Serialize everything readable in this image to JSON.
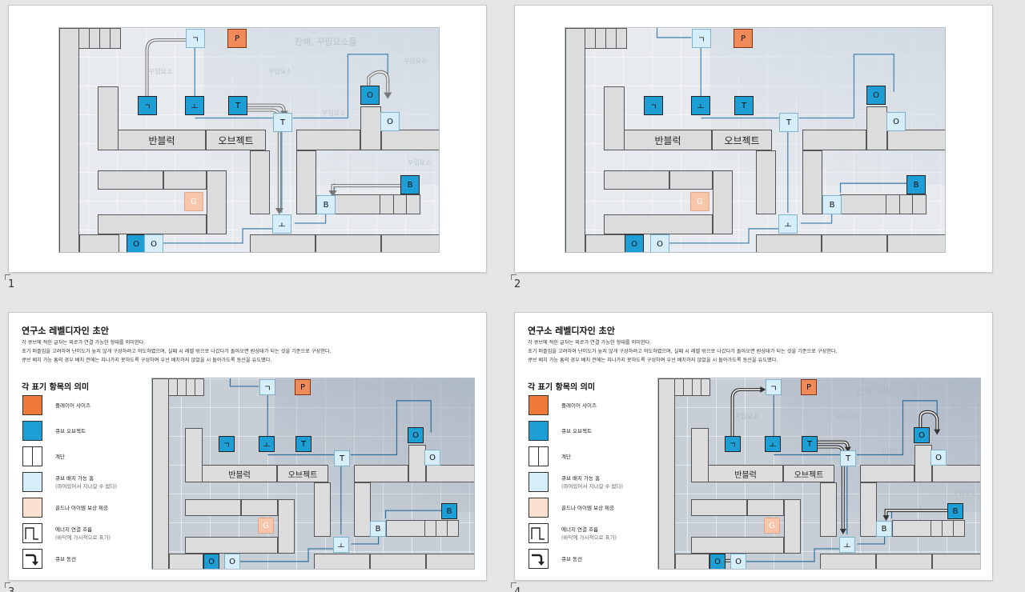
{
  "slides": [
    {
      "number": "1"
    },
    {
      "number": "2"
    },
    {
      "number": "3"
    },
    {
      "number": "4"
    }
  ],
  "map": {
    "labels": {
      "anti_block": "반블럭",
      "object": "오브젝트"
    },
    "cubes": {
      "g": "ㄱ",
      "o": "ㅗ",
      "t": "T",
      "O": "O",
      "b": "B",
      "goal": "G",
      "player": "P",
      "o2": "ㅗ",
      "O_a": "O",
      "O_b": "O"
    },
    "decor": {
      "remains": "잔해, 꾸밈요소들",
      "ornament": "꾸밈요소"
    }
  },
  "doc": {
    "title": "연구소 레벨디자인 초안",
    "lines": [
      "각 큐브에 적힌 글자는 외로가 연결 가능한 형태를 의미한다.",
      "초기 퍼즐임을 고려하여 난이도가 높지 않게 구성하려고 의도하였으며, 실패 시 레벨 밖으로 나갔다가 돌아오면 원상태가 되는 것을 기준으로 구성한다.",
      "큐브 배치 가능 홈의 경우 배치 전에는 지나가지 못하도록 구성하여 우선 배치하지 않았을 시 돌아가도록 동선을 유도했다."
    ],
    "legend_title": "각 표기 항목의 의미",
    "legend": [
      {
        "label": "플레이어 사이즈",
        "sub": ""
      },
      {
        "label": "큐브 오브젝트",
        "sub": ""
      },
      {
        "label": "계단",
        "sub": ""
      },
      {
        "label": "큐브 배치 가능 홈",
        "sub": "(파여있어서 지나갈 수 없다)"
      },
      {
        "label": "골드나 아이템 보상 제공",
        "sub": ""
      },
      {
        "label": "에너지 연결 흐름",
        "sub": "(바닥에 가시적으로 표기)"
      },
      {
        "label": "큐브 동선",
        "sub": ""
      }
    ]
  },
  "colors": {
    "cube_dark": "#1d9fd6",
    "cube_light": "#d6eefa",
    "player": "#f08a58",
    "reward": "#f6c5aa",
    "energy_line": "#4a86b4"
  }
}
